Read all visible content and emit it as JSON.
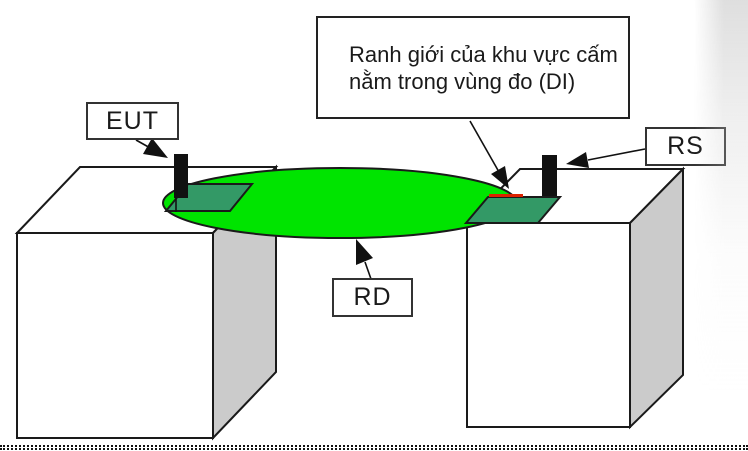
{
  "diagram": {
    "callout": {
      "line1": "Ranh giới của khu vực cấm",
      "line2": "nằm trong vùng đo (DI)"
    },
    "labels": {
      "eut": "EUT",
      "rs": "RS",
      "rd": "RD"
    },
    "colors": {
      "measurement_disc": "#00e400",
      "antenna_pad": "#339966",
      "table_face": "#ffffff",
      "table_side": "#cbcbcb",
      "restricted_boundary": "#dd2200",
      "ink": "#111111"
    }
  }
}
